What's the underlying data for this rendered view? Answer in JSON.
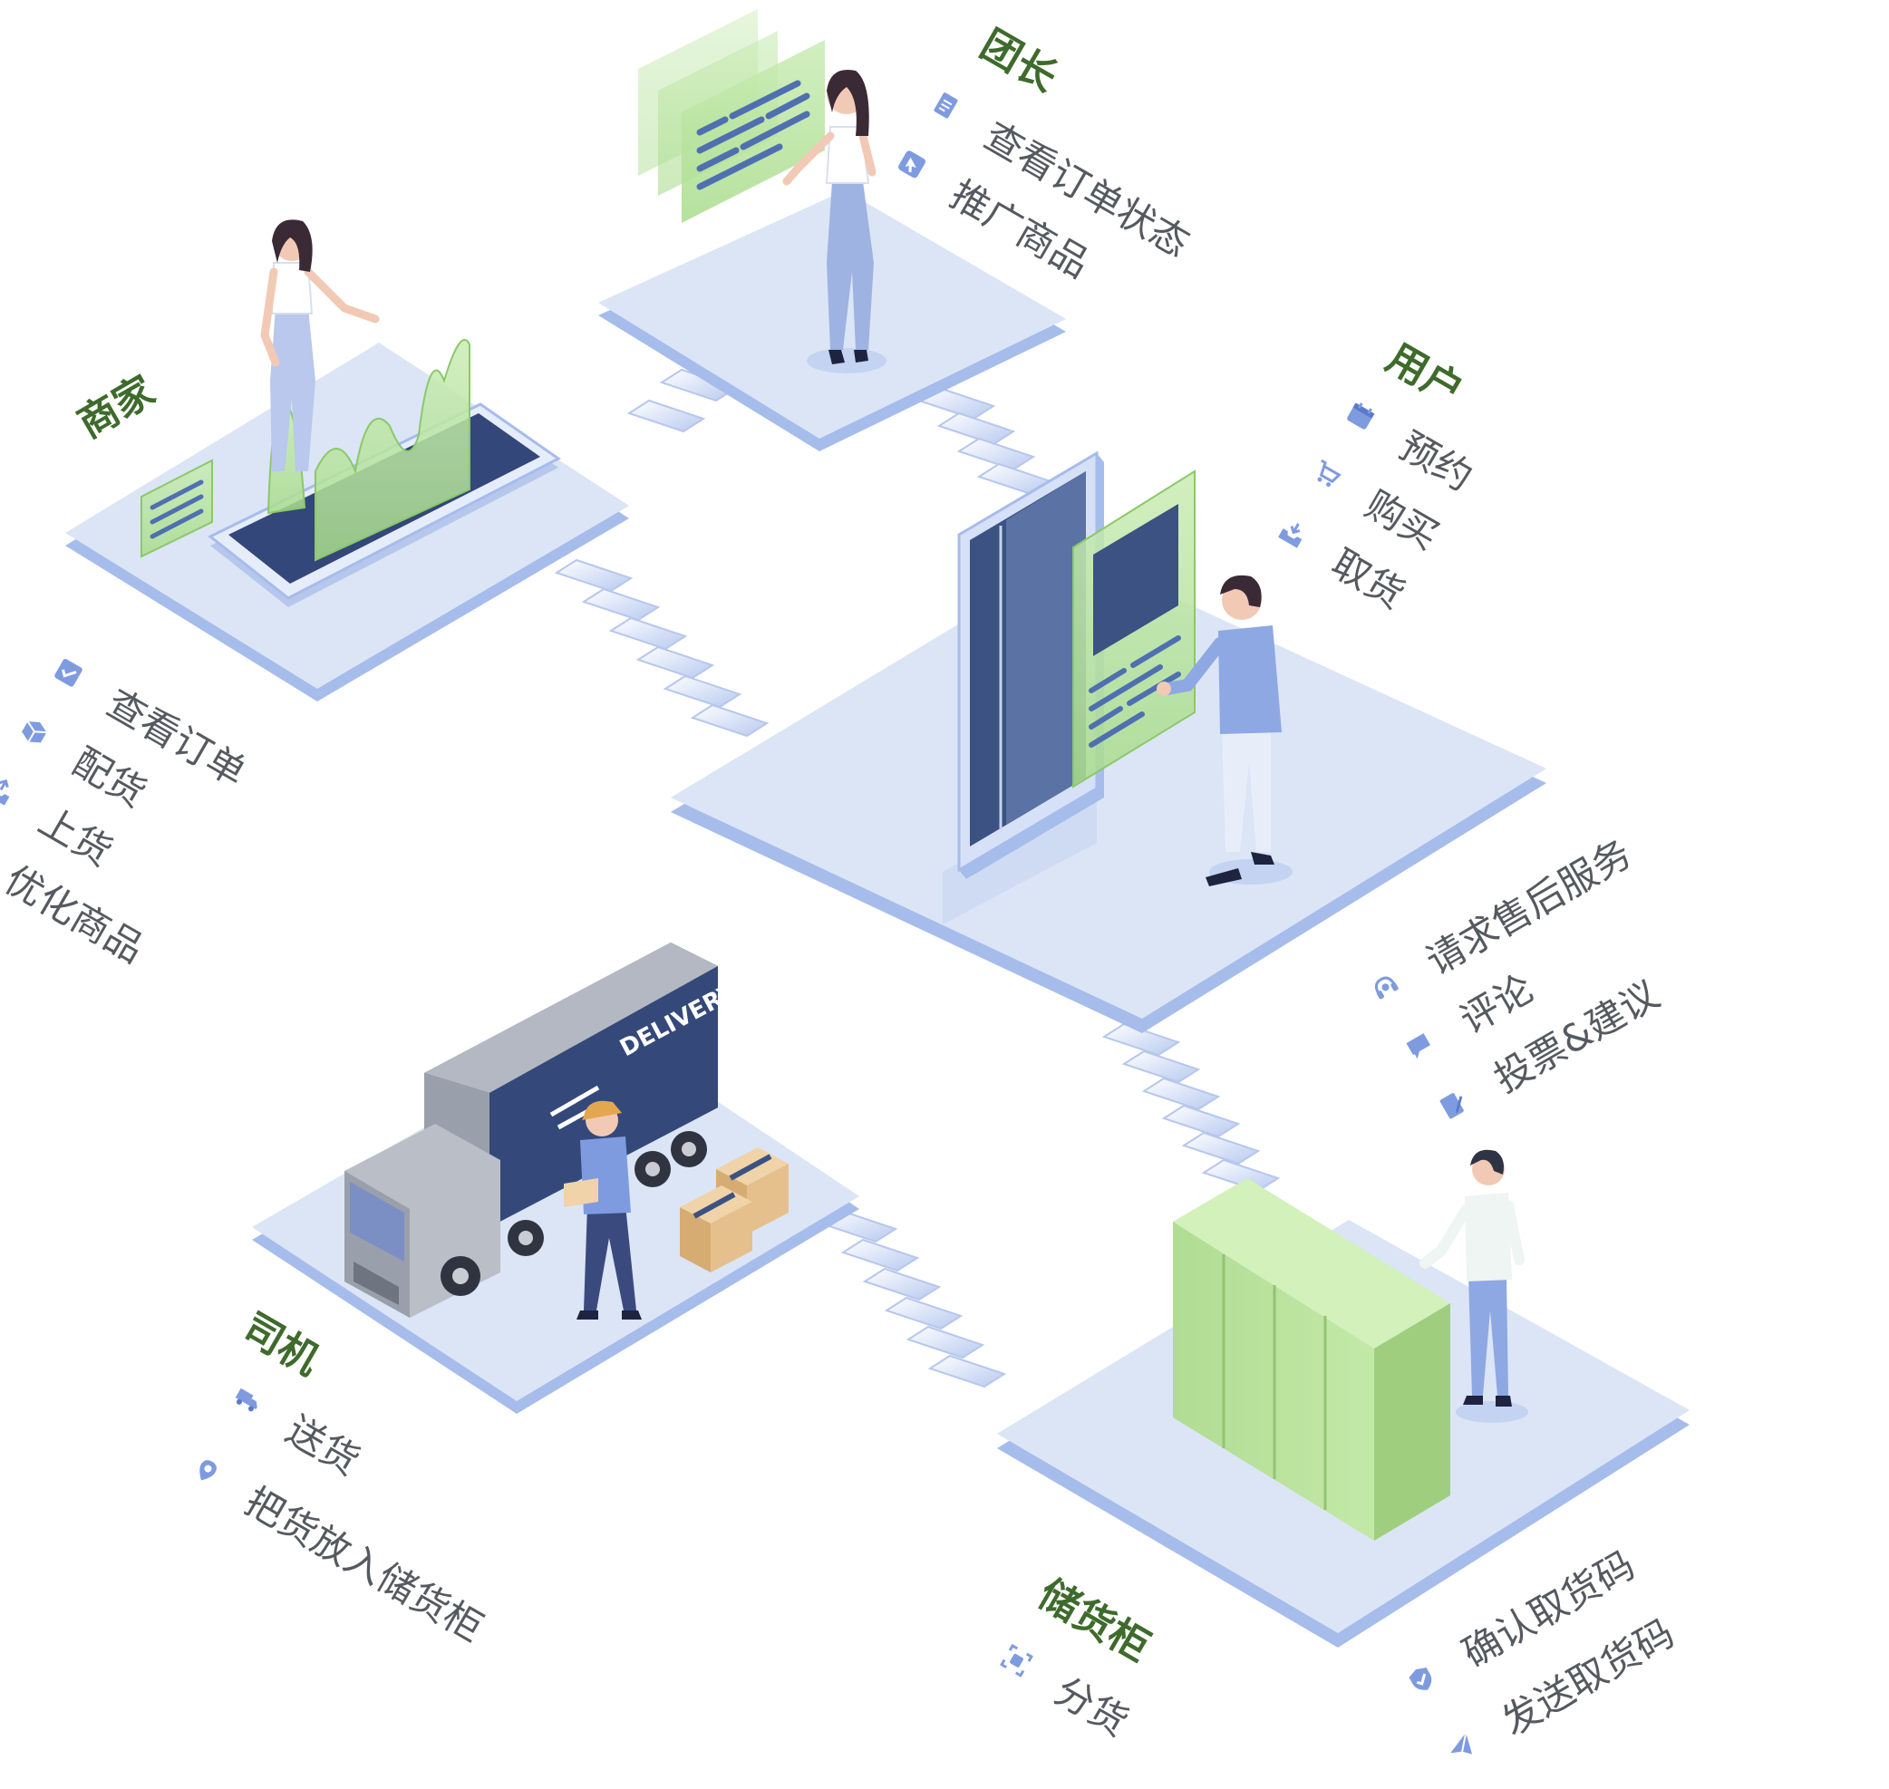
{
  "colors": {
    "platform_top": "#dbe5f6",
    "platform_edge": "#9fb6e6",
    "accent_green": "#a9dc8c",
    "green_dark": "#3e6b2c",
    "navy": "#3b5283",
    "icon_blue": "#7f9be0",
    "text_gray": "#555a60"
  },
  "roles": {
    "merchant": {
      "title": "商家",
      "items": [
        {
          "icon": "check-box-icon",
          "label": "查看订单"
        },
        {
          "icon": "package-icon",
          "label": "配货"
        },
        {
          "icon": "inbox-upload-icon",
          "label": "上货"
        },
        {
          "icon": "trend-arrow-icon",
          "label": "优化商品"
        }
      ]
    },
    "group_leader": {
      "title": "团长",
      "items": [
        {
          "icon": "document-icon",
          "label": "查看订单状态"
        },
        {
          "icon": "cursor-click-icon",
          "label": "推广商品"
        }
      ]
    },
    "user": {
      "title": "用户",
      "items": [
        {
          "icon": "calendar-icon",
          "label": "预约"
        },
        {
          "icon": "cart-icon",
          "label": "购买"
        },
        {
          "icon": "inbox-download-icon",
          "label": "取货"
        }
      ]
    },
    "user_service": {
      "items": [
        {
          "icon": "headset-icon",
          "label": "请求售后服务"
        },
        {
          "icon": "chat-icon",
          "label": "评论"
        },
        {
          "icon": "edit-doc-icon",
          "label": "投票&建议"
        }
      ]
    },
    "driver": {
      "title": "司机",
      "items": [
        {
          "icon": "truck-icon",
          "label": "送货"
        },
        {
          "icon": "location-pin-icon",
          "label": "把货放入储货柜"
        }
      ]
    },
    "locker": {
      "title": "储货柜",
      "items": [
        {
          "icon": "scan-icon",
          "label": "分货"
        }
      ]
    },
    "locker_actions": {
      "items": [
        {
          "icon": "shield-check-icon",
          "label": "确认取货码"
        },
        {
          "icon": "send-mail-icon",
          "label": "发送取货码"
        }
      ]
    }
  },
  "truck_text": "DELIVERY"
}
